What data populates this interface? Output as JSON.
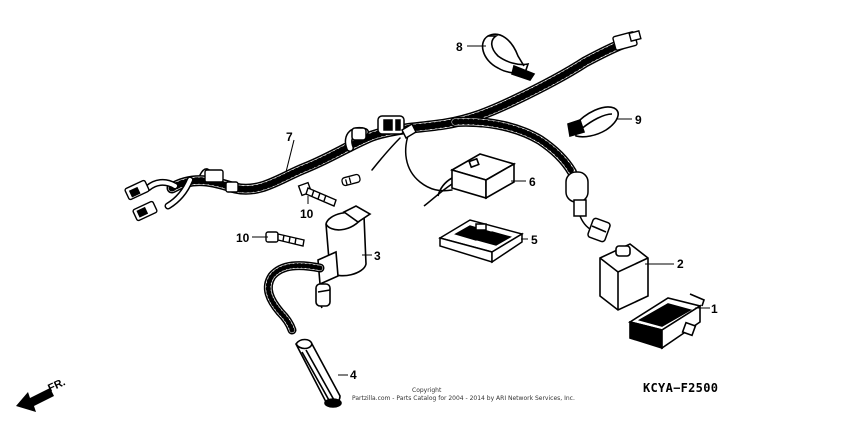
{
  "diagram": {
    "parts": [
      {
        "num": "1"
      },
      {
        "num": "2"
      },
      {
        "num": "3"
      },
      {
        "num": "4"
      },
      {
        "num": "5"
      },
      {
        "num": "6"
      },
      {
        "num": "7"
      },
      {
        "num": "8"
      },
      {
        "num": "9"
      },
      {
        "num": "10"
      },
      {
        "num": "10"
      }
    ],
    "front_marker": "FR.",
    "reference_code": "KCYA−F2500",
    "copyright_line1": "Copyright",
    "copyright_line2": "Partzilla.com - Parts Catalog for 2004 - 2014 by ARI Network Services, Inc."
  }
}
